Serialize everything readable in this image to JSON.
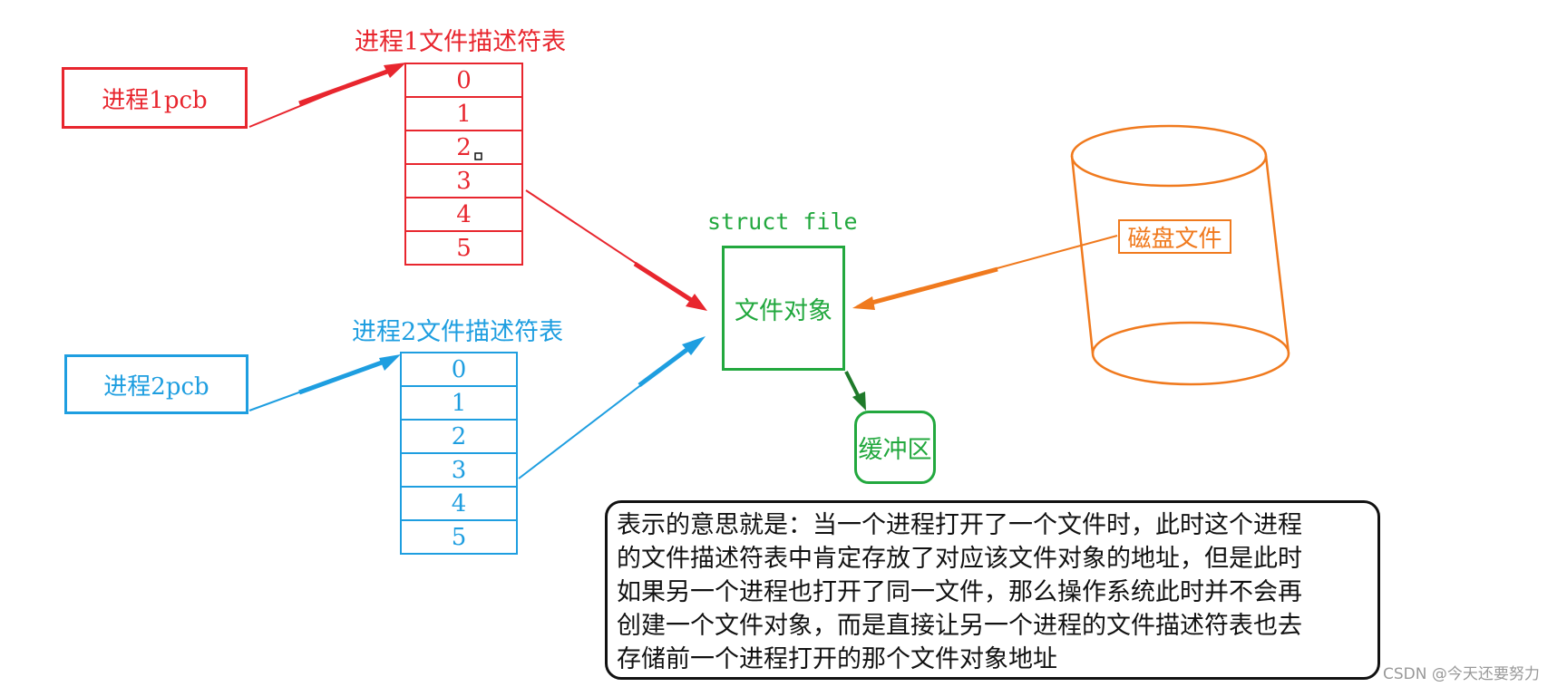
{
  "colors": {
    "process1": "#e8262e",
    "process2": "#1e9ee0",
    "file": "#22a83e",
    "disk": "#f07a1e",
    "buffer_arrow": "#1f7a2a"
  },
  "process1": {
    "pcb_label": "进程1pcb",
    "table_title": "进程1文件描述符表",
    "fds": [
      "0",
      "1",
      "2",
      "3",
      "4",
      "5"
    ]
  },
  "process2": {
    "pcb_label": "进程2pcb",
    "table_title": "进程2文件描述符表",
    "fds": [
      "0",
      "1",
      "2",
      "3",
      "4",
      "5"
    ]
  },
  "file_object": {
    "struct_label": "struct file",
    "label": "文件对象"
  },
  "disk": {
    "label": "磁盘文件"
  },
  "buffer": {
    "label": "缓冲区"
  },
  "note": {
    "lines": [
      "表示的意思就是：当一个进程打开了一个文件时，此时这个进程",
      "的文件描述符表中肯定存放了对应该文件对象的地址，但是此时",
      "如果另一个进程也打开了同一文件，那么操作系统此时并不会再",
      "创建一个文件对象，而是直接让另一个进程的文件描述符表也去",
      "存储前一个进程打开的那个文件对象地址"
    ]
  },
  "watermark": "CSDN @今天还要努力"
}
